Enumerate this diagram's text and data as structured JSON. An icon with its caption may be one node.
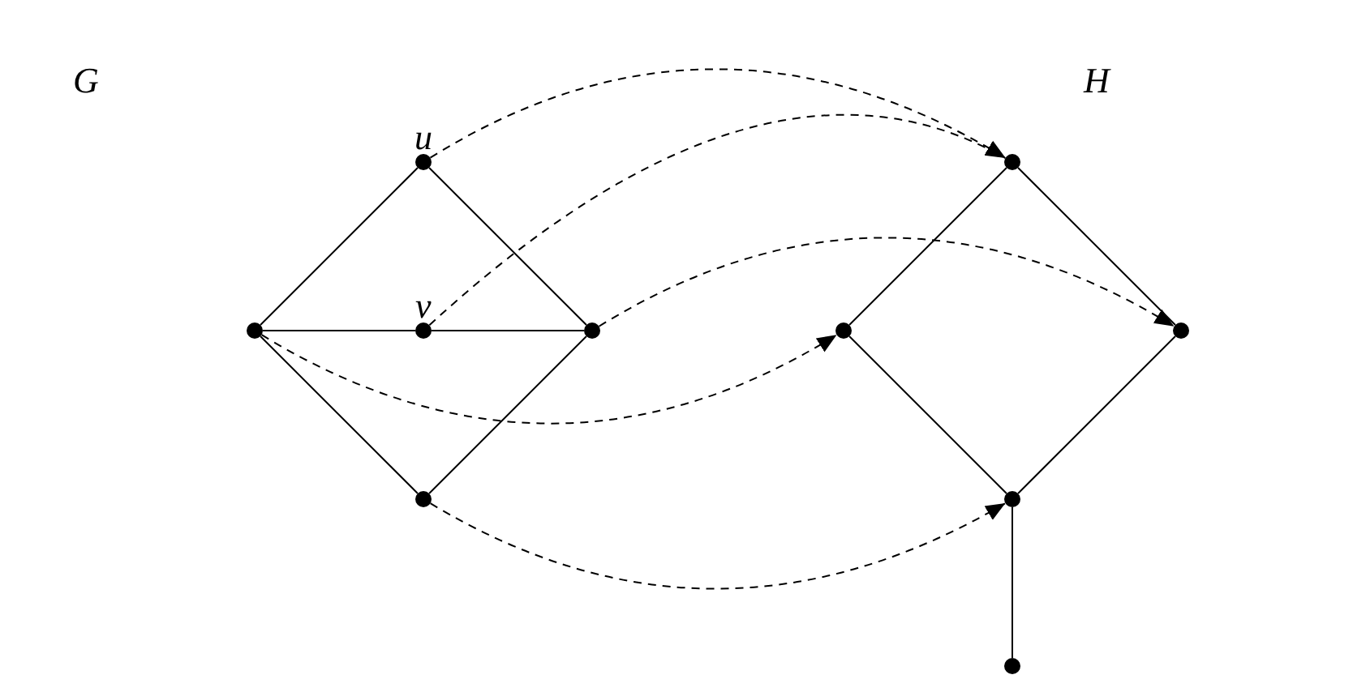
{
  "diagram": {
    "nodes": [
      {
        "text": [],
        "shape": "circle",
        "beside": [
          "u"
        ]
      },
      {
        "text": [],
        "shape": "circle"
      },
      {
        "text": [],
        "shape": "circle",
        "beside": [
          "v"
        ]
      },
      {
        "text": [],
        "shape": "circle"
      },
      {
        "text": [],
        "shape": "circle"
      },
      {
        "text": [],
        "shape": "circle"
      },
      {
        "text": [],
        "shape": "circle"
      },
      {
        "text": [],
        "shape": "circle"
      },
      {
        "text": [],
        "shape": "circle"
      },
      {
        "text": [],
        "shape": "circle"
      }
    ],
    "edges": [
      {
        "from": 1,
        "to": 0,
        "arrow": "none"
      },
      {
        "from": 0,
        "to": 3,
        "arrow": "none"
      },
      {
        "from": 1,
        "to": 2,
        "arrow": "none"
      },
      {
        "from": 2,
        "to": 3,
        "arrow": "none"
      },
      {
        "from": 1,
        "to": 4,
        "arrow": "none"
      },
      {
        "from": 4,
        "to": 3,
        "arrow": "none"
      },
      {
        "from": 6,
        "to": 5,
        "arrow": "none"
      },
      {
        "from": 5,
        "to": 7,
        "arrow": "none"
      },
      {
        "from": 6,
        "to": 8,
        "arrow": "none"
      },
      {
        "from": 7,
        "to": 8,
        "arrow": "none"
      },
      {
        "from": 8,
        "to": 9,
        "arrow": "none"
      },
      {
        "from": 0,
        "to": 5,
        "arrow": "to",
        "style": "dashed"
      },
      {
        "from": 2,
        "to": 5,
        "arrow": "to",
        "style": "dashed"
      },
      {
        "from": 3,
        "to": 7,
        "arrow": "to",
        "style": "dashed"
      },
      {
        "from": 1,
        "to": 6,
        "arrow": "to",
        "style": "dashed"
      },
      {
        "from": 4,
        "to": 8,
        "arrow": "to",
        "style": "dashed"
      }
    ],
    "labels": [
      "G",
      "H"
    ]
  }
}
